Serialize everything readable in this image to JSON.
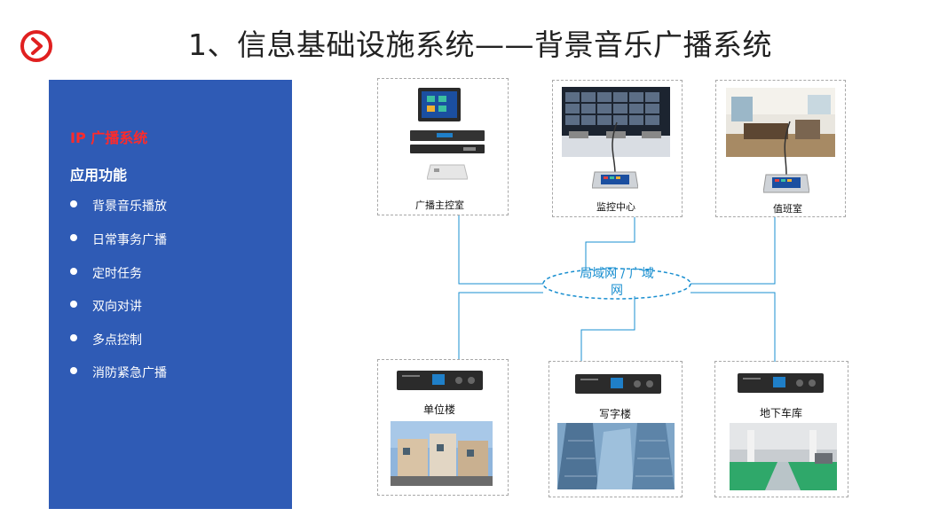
{
  "title": "1、信息基础设施系统——背景音乐广播系统",
  "panel": {
    "heading": "IP 广播系统",
    "subheading": "应用功能",
    "features": [
      "背景音乐播放",
      "日常事务广播",
      "定时任务",
      "双向对讲",
      "多点控制",
      "消防紧急广播"
    ]
  },
  "network": {
    "line1": "局域网 / 广域",
    "line2": "网"
  },
  "nodes": {
    "control_room": "广播主控室",
    "monitor_center": "监控中心",
    "duty_room": "值班室",
    "unit_building": "单位楼",
    "office_building": "写字楼",
    "underground_garage": "地下车库"
  },
  "colors": {
    "panel": "#2f5bb5",
    "heading": "#ff2a2a",
    "link": "#1a8fd0",
    "logo": "#e02020"
  }
}
